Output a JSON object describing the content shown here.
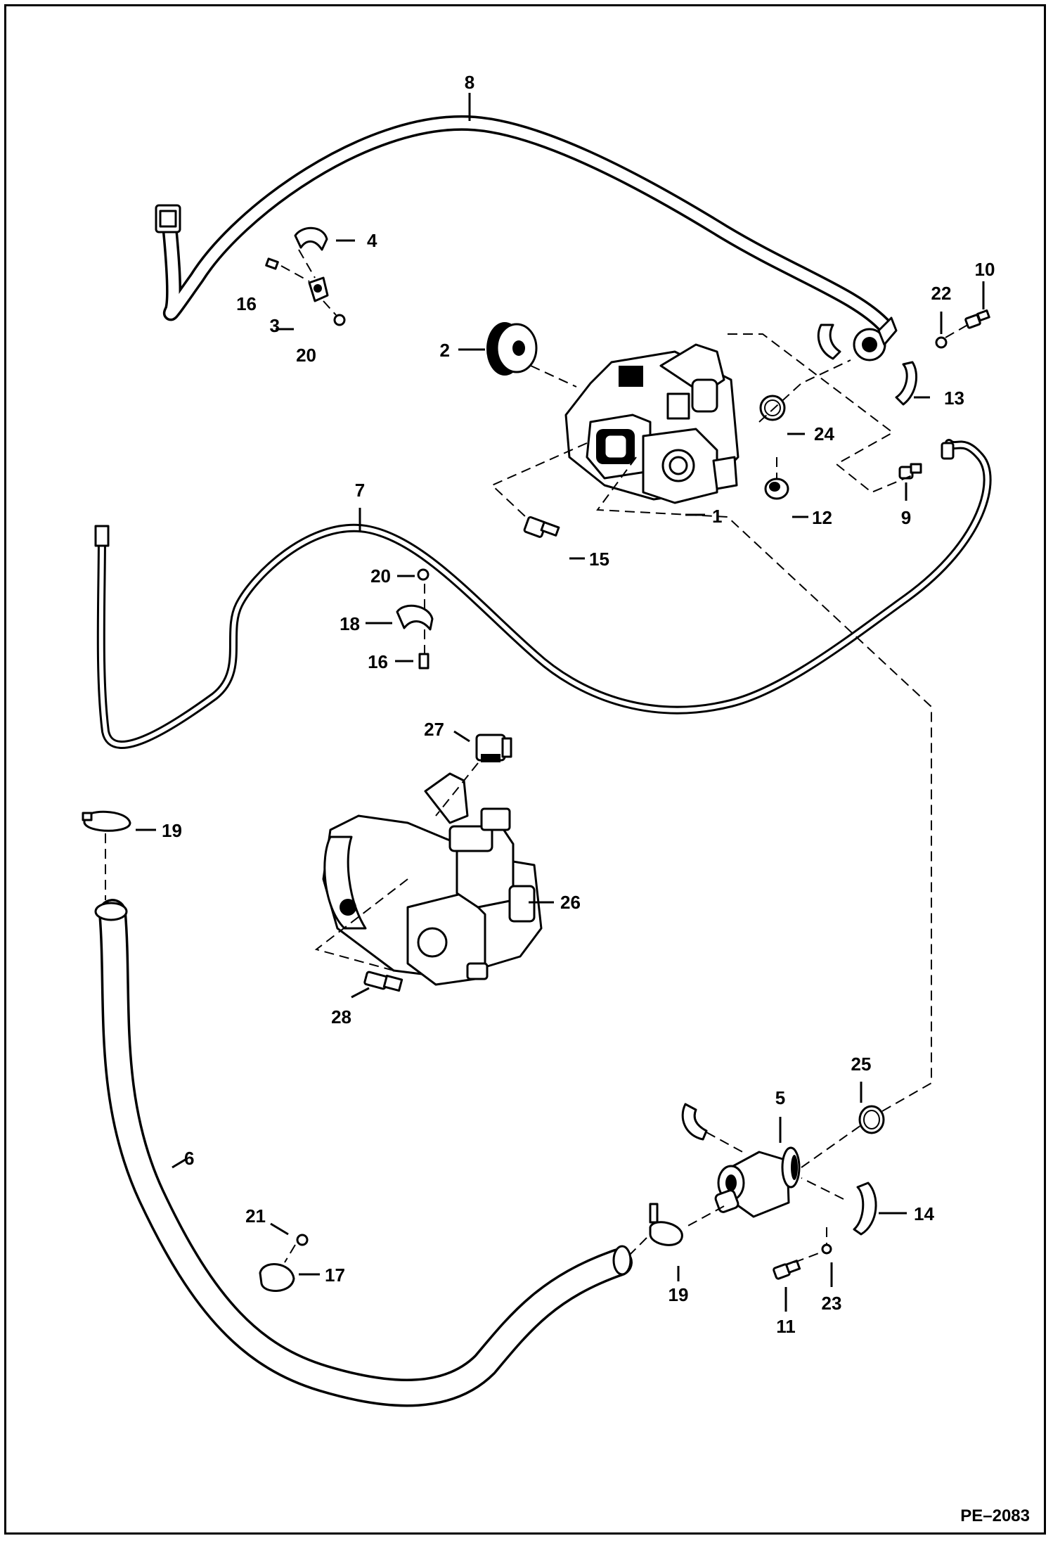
{
  "figure_id": "PE–2083",
  "callouts": {
    "c1": "1",
    "c2": "2",
    "c3": "3",
    "c4": "4",
    "c5": "5",
    "c6": "6",
    "c7": "7",
    "c8": "8",
    "c9": "9",
    "c10": "10",
    "c11": "11",
    "c12": "12",
    "c13": "13",
    "c14": "14",
    "c15": "15",
    "c16a": "16",
    "c16b": "16",
    "c17": "17",
    "c18": "18",
    "c19a": "19",
    "c19b": "19",
    "c20a": "20",
    "c20b": "20",
    "c21": "21",
    "c22": "22",
    "c23": "23",
    "c24": "24",
    "c25": "25",
    "c26": "26",
    "c27": "27",
    "c28": "28"
  }
}
